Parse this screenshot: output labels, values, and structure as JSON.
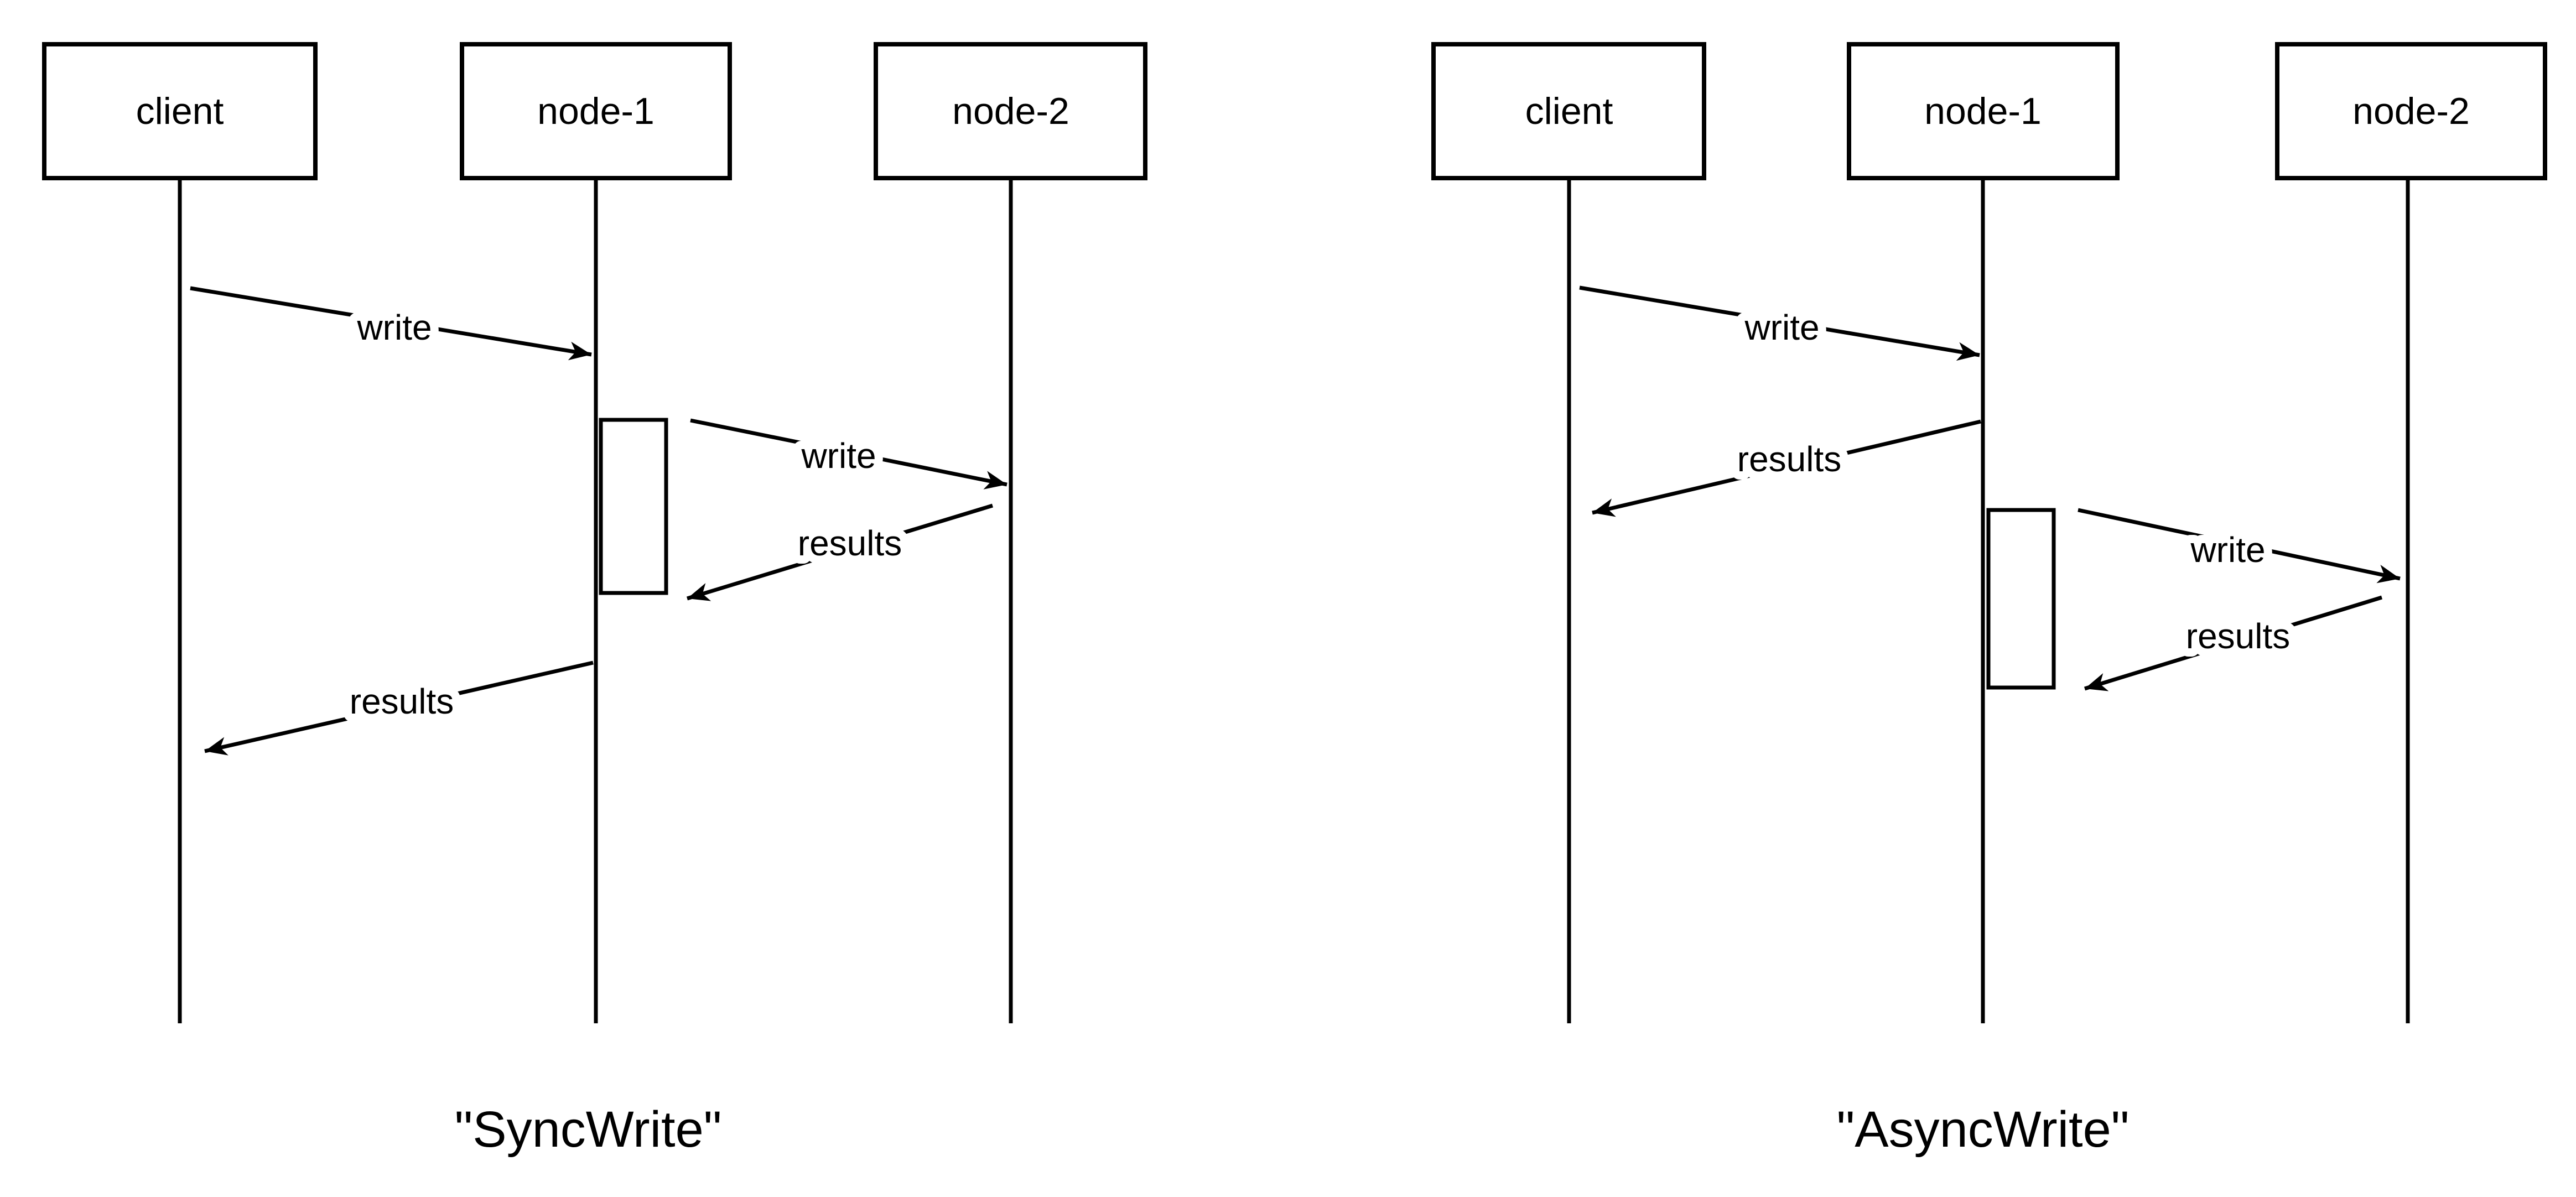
{
  "diagram": {
    "background_color": "#ffffff",
    "stroke_color": "#000000",
    "left": {
      "caption": "\"SyncWrite\"",
      "participants": [
        {
          "label": "client"
        },
        {
          "label": "node-1"
        },
        {
          "label": "node-2"
        }
      ],
      "messages": [
        {
          "label": "write",
          "from": "client",
          "to": "node-1"
        },
        {
          "label": "write",
          "from": "node-1",
          "to": "node-2"
        },
        {
          "label": "results",
          "from": "node-2",
          "to": "node-1"
        },
        {
          "label": "results",
          "from": "node-1",
          "to": "client"
        }
      ]
    },
    "right": {
      "caption": "\"AsyncWrite\"",
      "participants": [
        {
          "label": "client"
        },
        {
          "label": "node-1"
        },
        {
          "label": "node-2"
        }
      ],
      "messages": [
        {
          "label": "write",
          "from": "client",
          "to": "node-1"
        },
        {
          "label": "results",
          "from": "node-1",
          "to": "client"
        },
        {
          "label": "write",
          "from": "node-1",
          "to": "node-2"
        },
        {
          "label": "results",
          "from": "node-2",
          "to": "node-1"
        }
      ]
    }
  }
}
